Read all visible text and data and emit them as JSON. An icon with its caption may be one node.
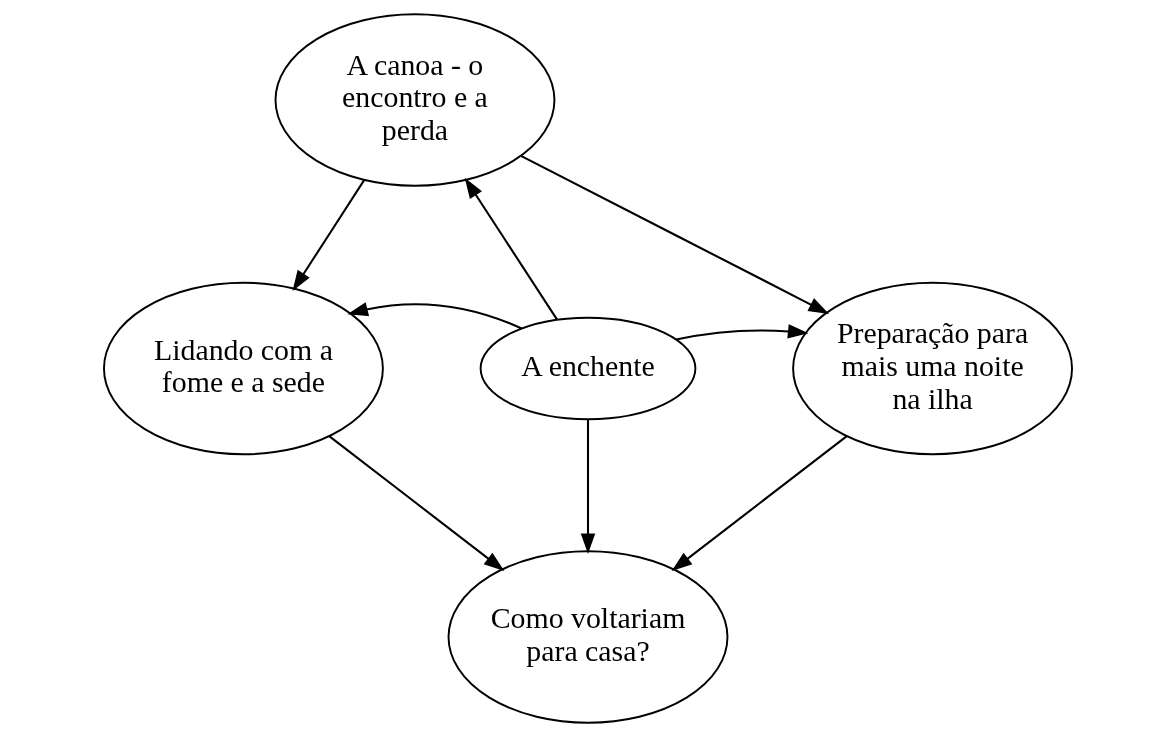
{
  "diagram": {
    "nodes": [
      {
        "text": [
          "A canoa - o encontro e a perda"
        ]
      },
      {
        "text": [
          "Lidando com a fome e a sede"
        ]
      },
      {
        "text": [
          "A enchente"
        ]
      },
      {
        "text": [
          "Preparação para mais uma noite na ilha"
        ]
      },
      {
        "text": [
          "Como voltariam para casa?"
        ]
      }
    ],
    "edges": [
      {
        "from": 0,
        "to": 1,
        "arrow": "to"
      },
      {
        "from": 0,
        "to": 3,
        "arrow": "to"
      },
      {
        "from": 2,
        "to": 0,
        "arrow": "to"
      },
      {
        "from": 2,
        "to": 1,
        "arrow": "to"
      },
      {
        "from": 2,
        "to": 3,
        "arrow": "to"
      },
      {
        "from": 2,
        "to": 4,
        "arrow": "to"
      },
      {
        "from": 1,
        "to": 4,
        "arrow": "to"
      },
      {
        "from": 3,
        "to": 4,
        "arrow": "to"
      }
    ]
  }
}
